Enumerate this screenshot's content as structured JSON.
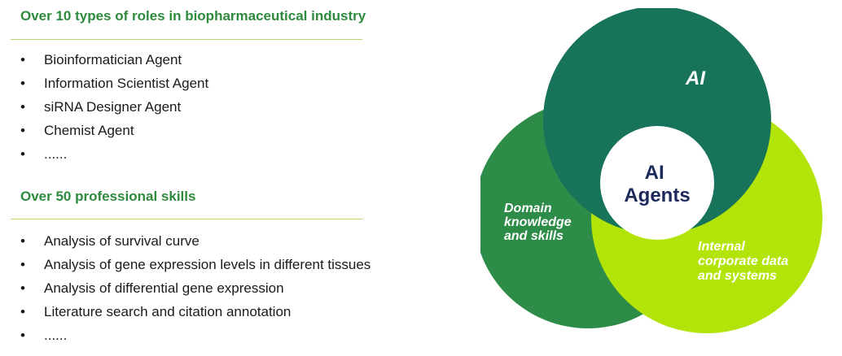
{
  "roles": {
    "title": "Over 10 types of roles in biopharmaceutical industry",
    "items": [
      "Bioinformatician Agent",
      "Information Scientist Agent",
      "siRNA Designer Agent",
      "Chemist Agent",
      "......"
    ]
  },
  "skills": {
    "title": "Over 50 professional skills",
    "items": [
      "Analysis of survival curve",
      "Analysis of gene expression levels in different tissues",
      "Analysis of differential gene expression",
      "Literature search and citation annotation",
      "......"
    ]
  },
  "bullet_glyph": "•",
  "venn": {
    "ai_label": "AI",
    "domain_label": [
      "Domain",
      "knowledge",
      "and skills"
    ],
    "internal_label": [
      "Internal",
      "corporate data",
      "and systems"
    ],
    "center_label": [
      "AI",
      "Agents"
    ],
    "colors": {
      "ai": "#17735a",
      "domain": "#2d8c47",
      "internal": "#b3e40a",
      "center_fill": "#ffffff",
      "center_text": "#1f2a5c",
      "heading": "#2e8b3e",
      "rule": "#b5d96a"
    }
  }
}
